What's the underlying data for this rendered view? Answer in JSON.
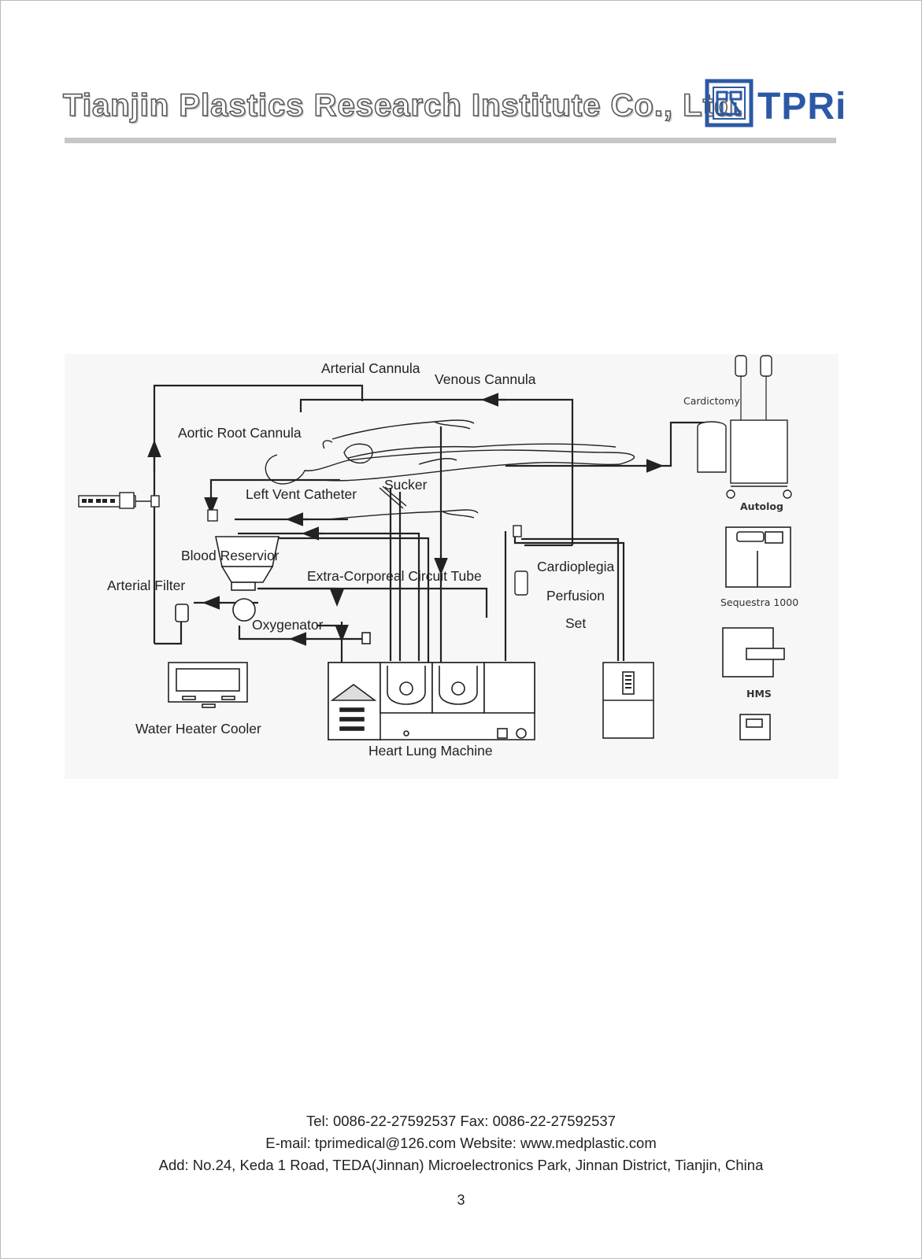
{
  "header": {
    "company_name": "Tianjin Plastics Research Institute Co., Ltd.",
    "logo_text": "TPRi",
    "logo_mark": "PRI"
  },
  "diagram": {
    "labels": {
      "arterial_cannula": "Arterial Cannula",
      "venous_cannula": "Venous Cannula",
      "aortic_root_cannula": "Aortic Root Cannula",
      "sucker": "Sucker",
      "left_vent_catheter": "Left Vent Catheter",
      "blood_reservoir": "Blood Reservior",
      "extra_corporeal_tube": "Extra-Corporeal Circuit Tube",
      "arterial_filter": "Arterial Filter",
      "oxygenator": "Oxygenator",
      "cardioplegia": "Cardioplegia",
      "perfusion": "Perfusion",
      "set": "Set",
      "water_heater_cooler": "Water Heater Cooler",
      "heart_lung_machine": "Heart Lung Machine",
      "cardiotomy": "Cardictomy",
      "autolog": "Autolog",
      "sequestra": "Sequestra 1000",
      "hms": "HMS"
    }
  },
  "footer": {
    "contact": "Tel: 0086-22-27592537   Fax: 0086-22-27592537",
    "web": "E-mail: tprimedical@126.com   Website: www.medplastic.com",
    "address": "Add: No.24, Keda 1 Road, TEDA(Jinnan) Microelectronics Park, Jinnan District, Tianjin, China"
  },
  "page_number": "3",
  "colors": {
    "brand_blue": "#2b59a6",
    "rule_gray": "#c6c6c6"
  }
}
